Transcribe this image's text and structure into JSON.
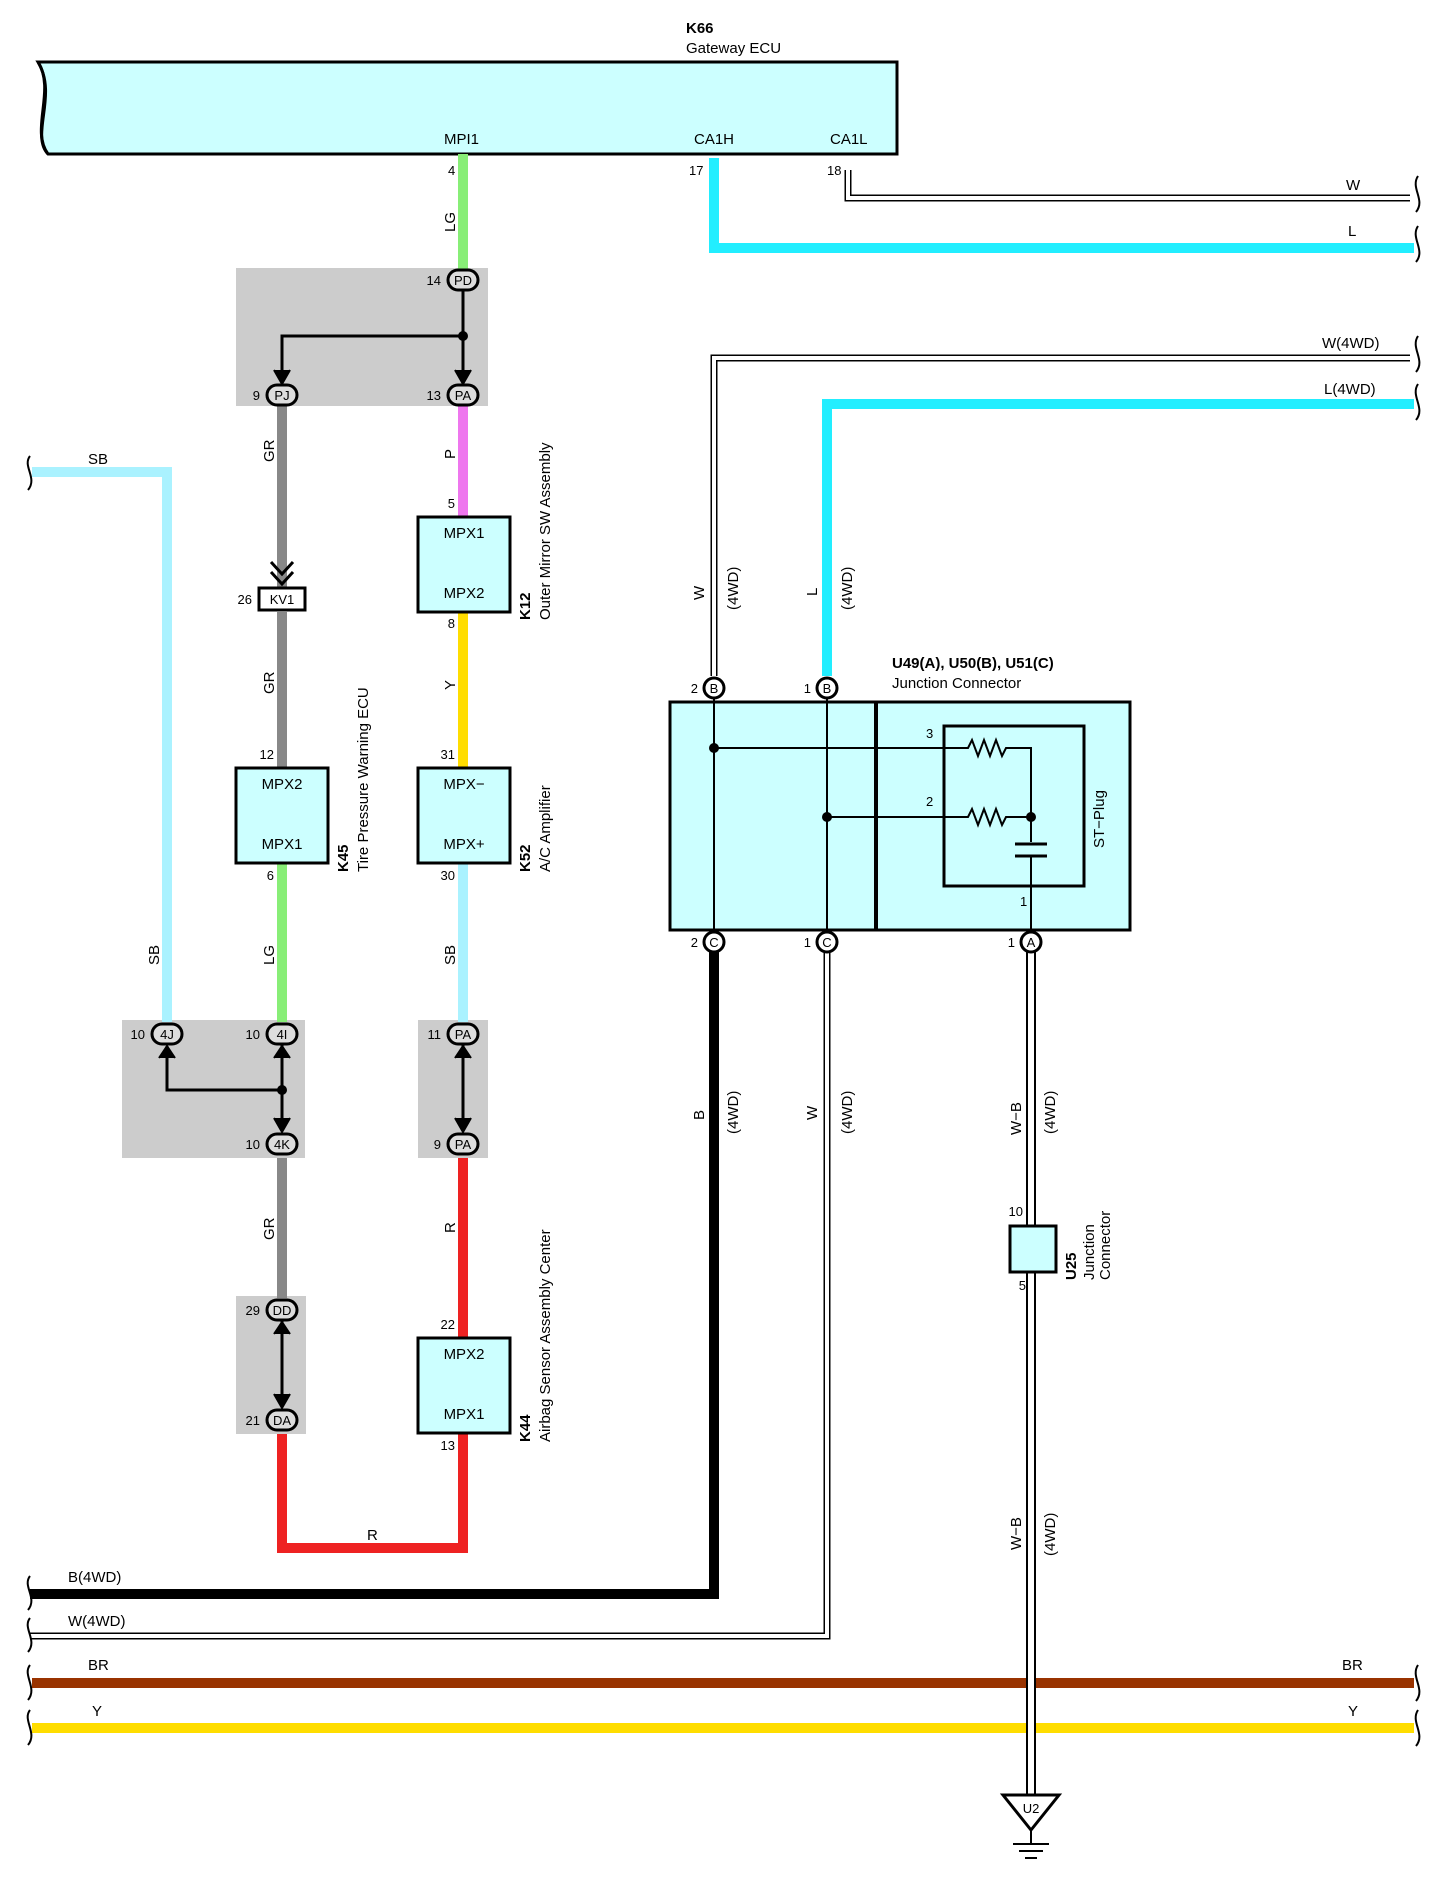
{
  "components": {
    "k66": {
      "code": "K66",
      "name": "Gateway ECU",
      "pins": {
        "mpi1": "MPI1",
        "ca1h": "CA1H",
        "ca1l": "CA1L"
      },
      "pin_nums": {
        "mpi1": "4",
        "ca1h": "17",
        "ca1l": "18"
      }
    },
    "k12": {
      "code": "K12",
      "name": "Outer Mirror SW Assembly",
      "top": "MPX1",
      "bottom": "MPX2",
      "pin_top": "5",
      "pin_bottom": "8"
    },
    "k45": {
      "code": "K45",
      "name": "Tire Pressure Warning ECU",
      "top": "MPX2",
      "bottom": "MPX1",
      "pin_top": "12",
      "pin_bottom": "6"
    },
    "k52": {
      "code": "K52",
      "name": "A/C Amplifier",
      "top": "MPX−",
      "bottom": "MPX+",
      "pin_top": "31",
      "pin_bottom": "30"
    },
    "k44": {
      "code": "K44",
      "name": "Airbag Sensor Assembly Center",
      "top": "MPX2",
      "bottom": "MPX1",
      "pin_top": "22",
      "pin_bottom": "13"
    },
    "u49": {
      "code": "U49(A), U50(B), U51(C)",
      "name": "Junction Connector",
      "st_plug": "ST−Plug"
    },
    "u25": {
      "code": "U25",
      "name_line1": "Junction",
      "name_line2": "Connector",
      "pin_top": "10",
      "pin_bottom": "5"
    },
    "ground": {
      "code": "U2"
    }
  },
  "connectors": {
    "pd": {
      "pin": "14",
      "label": "PD"
    },
    "pj": {
      "pin": "9",
      "label": "PJ"
    },
    "pa13": {
      "pin": "13",
      "label": "PA"
    },
    "kv1": {
      "pin": "26",
      "label": "KV1"
    },
    "c4j": {
      "pin": "10",
      "label": "4J"
    },
    "c4i": {
      "pin": "10",
      "label": "4I"
    },
    "c4k": {
      "pin": "10",
      "label": "4K"
    },
    "pa11": {
      "pin": "11",
      "label": "PA"
    },
    "pa9": {
      "pin": "9",
      "label": "PA"
    },
    "dd": {
      "pin": "29",
      "label": "DD"
    },
    "da": {
      "pin": "21",
      "label": "DA"
    },
    "b2": {
      "pin": "2",
      "label": "B"
    },
    "b1": {
      "pin": "1",
      "label": "B"
    },
    "c2": {
      "pin": "2",
      "label": "C"
    },
    "c1": {
      "pin": "1",
      "label": "C"
    },
    "a1": {
      "pin": "1",
      "label": "A"
    },
    "res3": {
      "pin": "3"
    },
    "res2": {
      "pin": "2"
    },
    "cap1": {
      "pin": "1"
    }
  },
  "wires": {
    "lg": "LG",
    "gr": "GR",
    "p": "P",
    "y": "Y",
    "sb": "SB",
    "r": "R",
    "w": "W",
    "l": "L",
    "b": "B",
    "wb": "W−B",
    "br": "BR",
    "w4wd": "W(4WD)",
    "l4wd": "L(4WD)",
    "b4wd": "B(4WD)",
    "tag4wd": "(4WD)"
  },
  "colors": {
    "LG": "#88ee77",
    "GR": "#888888",
    "P": "#ee77ee",
    "Y": "#ffdd00",
    "SB": "#aaf2ff",
    "R": "#ee2222",
    "L": "#22eeff",
    "BR": "#993300",
    "B": "#000000",
    "box": "#ccffff",
    "shade": "#cccccc"
  }
}
